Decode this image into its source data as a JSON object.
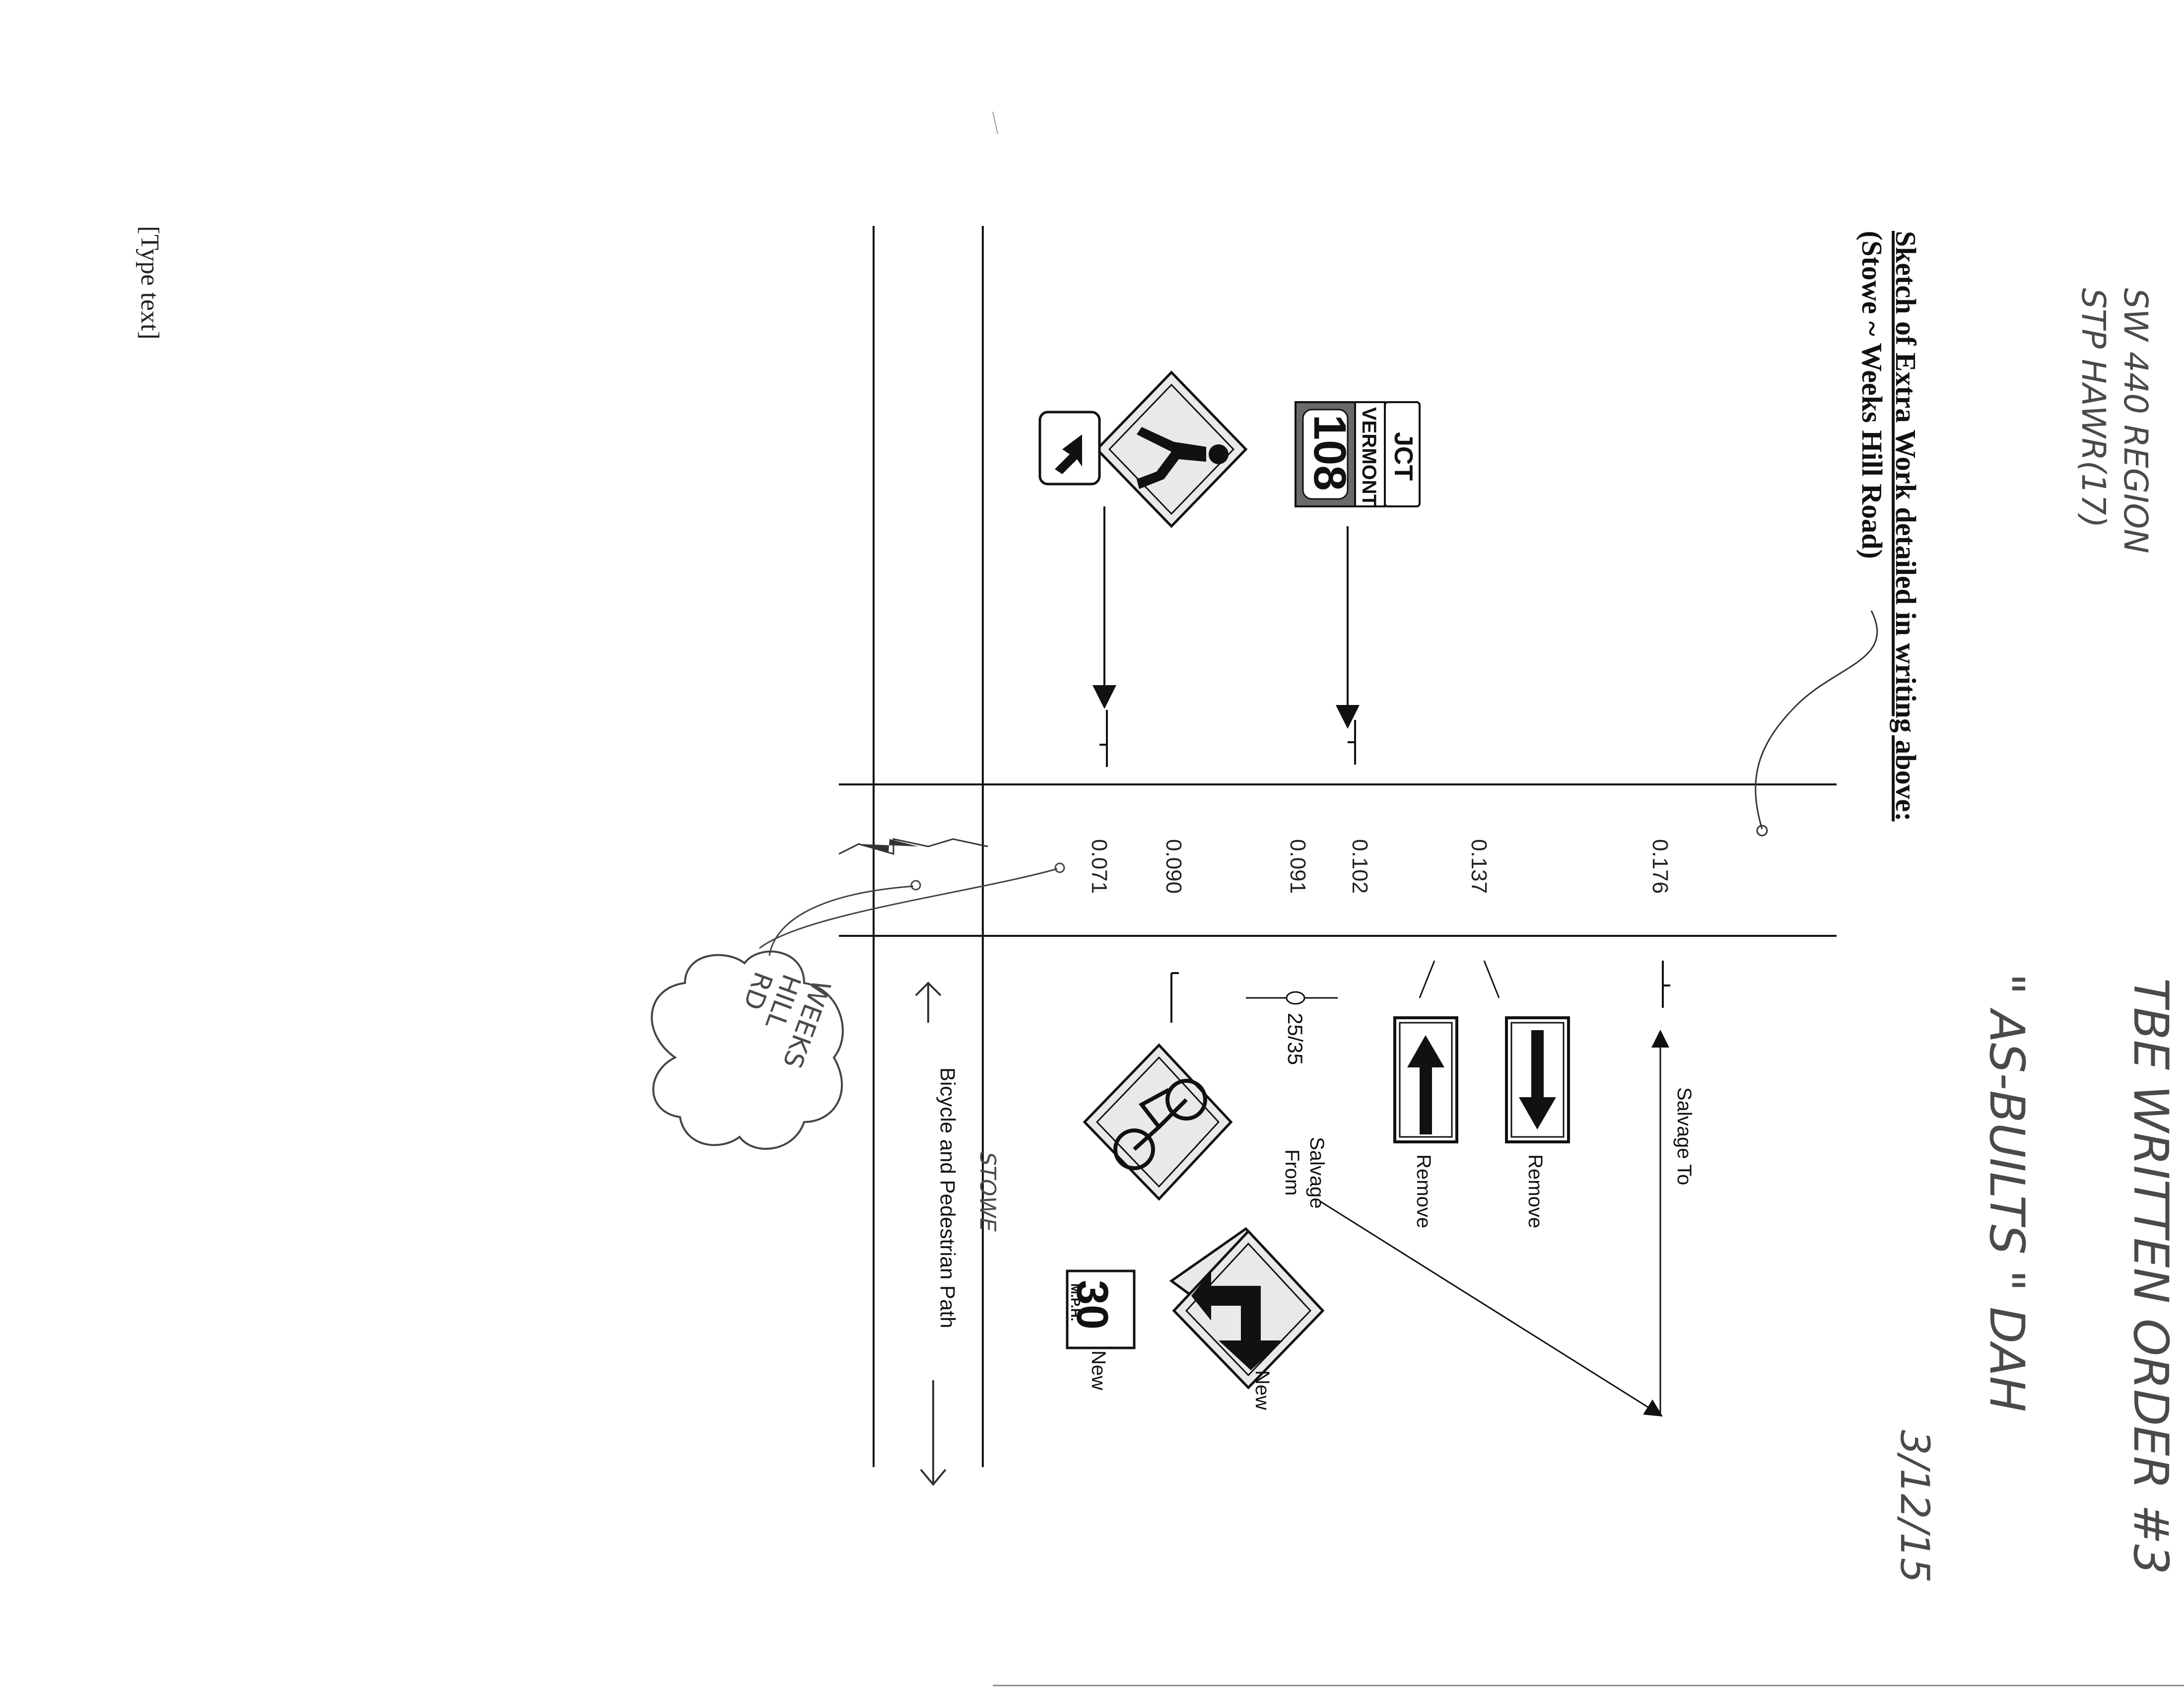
{
  "title": "Sketch of Extra Work detailed in writing above:",
  "subtitle": "(Stowe ~ Weeks Hill Road)",
  "footer_placeholder": "[Type text]",
  "handwritten": {
    "top_note_line1": "SW 440 REGION",
    "top_note_line2": "STP HAWR(17)",
    "right_note_line1": "TBE WRITTEN ORDER #3",
    "right_note_line2": "\" AS-BUILTS \"   DAH",
    "right_note_date": "3/12/15",
    "cloud_line1": "WEEKS",
    "cloud_line2": "HILL",
    "cloud_line3": "RD",
    "stowe": "STOWE"
  },
  "mileposts": [
    "0.176",
    "0.137",
    "0.102",
    "0.091",
    "0.090",
    "0.071"
  ],
  "labels": {
    "salvage_to": "Salvage To",
    "salvage_from_1": "Salvage",
    "salvage_from_2": "From",
    "remove_1": "Remove",
    "remove_2": "Remove",
    "speed_pair": "25/35",
    "new_1": "New",
    "new_2": "New",
    "path": "Bicycle and Pedestrian Path"
  },
  "signs": {
    "jct_text": "JCT",
    "vermont_text": "VERMONT",
    "route_number": "108",
    "speed_number": "30",
    "speed_unit": "M.P.H."
  }
}
